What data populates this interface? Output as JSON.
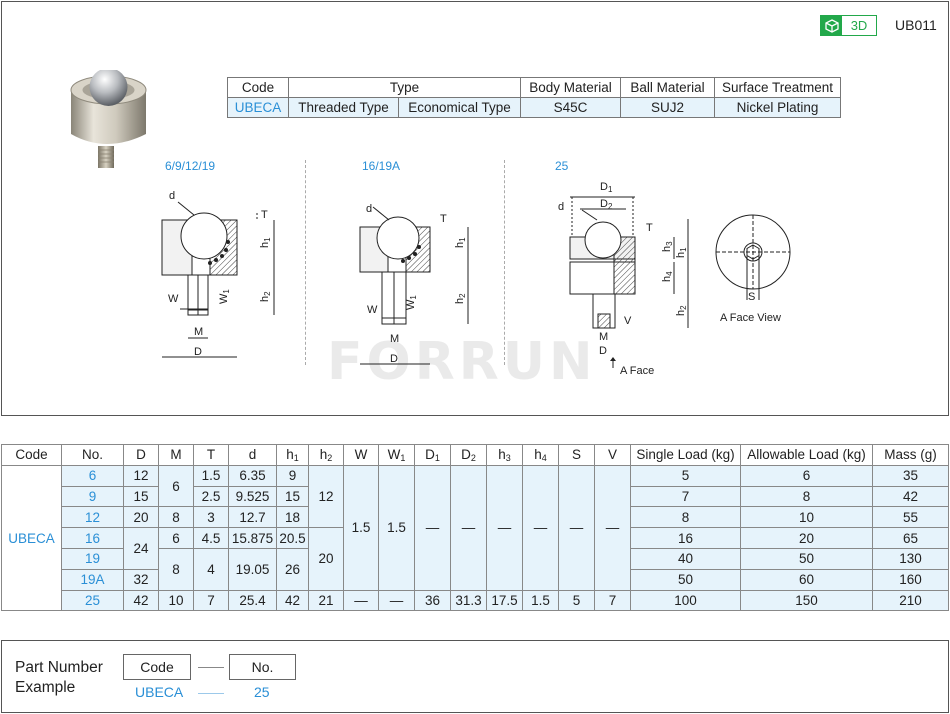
{
  "header": {
    "badge_label": "3D",
    "badge_icon": "cube-icon",
    "part_code": "UB011",
    "accent_color": "#2a8fd6",
    "badge_color": "#22a84a"
  },
  "spec_table": {
    "headers": [
      "Code",
      "Type",
      "Body Material",
      "Ball Material",
      "Surface Treatment"
    ],
    "row": [
      "UBECA",
      "Threaded Type",
      "Economical Type",
      "S45C",
      "SUJ2",
      "Nickel Plating"
    ]
  },
  "diagrams": {
    "variant_labels": [
      "6/9/12/19",
      "16/19A",
      "25"
    ],
    "dim_labels": {
      "d": "d",
      "T": "T",
      "h1": "h",
      "h2": "h",
      "h3": "h",
      "h4": "h",
      "W": "W",
      "W1": "W",
      "M": "M",
      "D": "D",
      "D1": "D",
      "D2": "D",
      "V": "V",
      "S": "S",
      "sub1": "1",
      "sub2": "2",
      "sub3": "3",
      "sub4": "4"
    },
    "face_view_label": "A Face View",
    "face_label": "A Face",
    "watermark": "FORRUN"
  },
  "main_table": {
    "headers": [
      {
        "t": "Code"
      },
      {
        "t": "No."
      },
      {
        "t": "D"
      },
      {
        "t": "M"
      },
      {
        "t": "T"
      },
      {
        "t": "d"
      },
      {
        "t": "h",
        "s": "1"
      },
      {
        "t": "h",
        "s": "2"
      },
      {
        "t": "W"
      },
      {
        "t": "W",
        "s": "1"
      },
      {
        "t": "D",
        "s": "1"
      },
      {
        "t": "D",
        "s": "2"
      },
      {
        "t": "h",
        "s": "3"
      },
      {
        "t": "h",
        "s": "4"
      },
      {
        "t": "S"
      },
      {
        "t": "V"
      },
      {
        "t": "Single Load (kg)"
      },
      {
        "t": "Allowable Load (kg)"
      },
      {
        "t": "Mass (g)"
      }
    ],
    "code": "UBECA",
    "rows": [
      {
        "no": "6",
        "D": "12",
        "T": "1.5",
        "d": "6.35",
        "h1": "9",
        "single": "5",
        "allow": "6",
        "mass": "35"
      },
      {
        "no": "9",
        "D": "15",
        "T": "2.5",
        "d": "9.525",
        "h1": "15",
        "single": "7",
        "allow": "8",
        "mass": "42"
      },
      {
        "no": "12",
        "D": "20",
        "M": "8",
        "T": "3",
        "d": "12.7",
        "h1": "18",
        "single": "8",
        "allow": "10",
        "mass": "55"
      },
      {
        "no": "16",
        "M": "6",
        "T": "4.5",
        "d": "15.875",
        "h1": "20.5",
        "single": "16",
        "allow": "20",
        "mass": "65"
      },
      {
        "no": "19",
        "h1": "26",
        "single": "40",
        "allow": "50",
        "mass": "130"
      },
      {
        "no": "19A",
        "D": "32",
        "single": "50",
        "allow": "60",
        "mass": "160"
      },
      {
        "no": "25",
        "D": "42",
        "M": "10",
        "T": "7",
        "d": "25.4",
        "h1": "42",
        "h2": "21",
        "W": "—",
        "W1": "—",
        "D1": "36",
        "D2": "31.3",
        "h3": "17.5",
        "h4": "1.5",
        "S": "5",
        "V": "7",
        "single": "100",
        "allow": "150",
        "mass": "210"
      }
    ],
    "merged": {
      "M_6_9": "6",
      "D_16_19": "24",
      "M_19_19A": "8",
      "T_19_19A": "4",
      "d_19_19A": "19.05",
      "h2_6_12": "12",
      "h2_16_19A": "20",
      "W_6_19A": "1.5",
      "W1_6_19A": "1.5",
      "D1_6_19A": "—",
      "D2_6_19A": "—",
      "h3_6_19A": "—",
      "h4_6_19A": "—",
      "S_6_19A": "—",
      "V_6_19A": "—"
    }
  },
  "part_number": {
    "title_line1": "Part Number",
    "title_line2": "Example",
    "box_code": "Code",
    "box_no": "No.",
    "value_code": "UBECA",
    "value_no": "25"
  }
}
